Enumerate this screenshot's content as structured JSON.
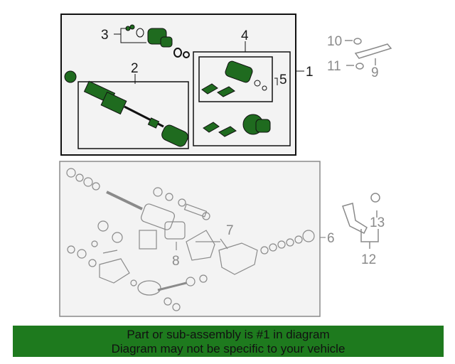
{
  "callouts": {
    "c1": "1",
    "c2": "2",
    "c3": "3",
    "c4": "4",
    "c5": "5",
    "c6": "6",
    "c7": "7",
    "c8": "8",
    "c9": "9",
    "c10": "10",
    "c11": "11",
    "c12": "12",
    "c13": "13"
  },
  "banner": {
    "line1": "Part or sub-assembly is #1 in diagram",
    "line2": "Diagram may not be specific to your vehicle"
  },
  "colors": {
    "part_green": "#1f6b1f",
    "banner_green": "#1e7a1e",
    "callout_gray": "#8a8a8a",
    "outline_dark": "#1a1a1a"
  }
}
